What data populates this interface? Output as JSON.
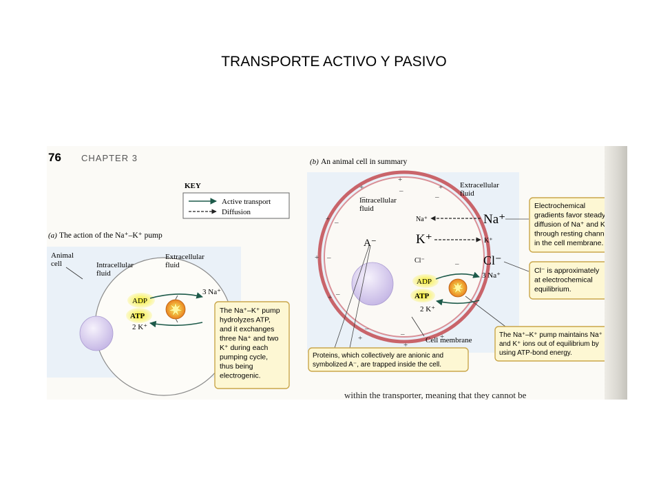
{
  "slide_title": "TRANSPORTE ACTIVO Y PASIVO",
  "page": {
    "number": "76",
    "chapter": "CHAPTER 3"
  },
  "key": {
    "title": "KEY",
    "active": "Active transport",
    "diffusion": "Diffusion"
  },
  "panel_a": {
    "caption_letter": "(a)",
    "caption_text": "The action of the Na⁺–K⁺ pump",
    "animal_cell": [
      "Animal",
      "cell"
    ],
    "intracellular": [
      "Intracellular",
      "fluid"
    ],
    "extracellular": [
      "Extracellular",
      "fluid"
    ],
    "adp": "ADP",
    "atp": "ATP",
    "na_out": "3 Na⁺",
    "k_in": "2 K⁺",
    "callout": [
      "The Na⁺–K⁺ pump",
      "hydrolyzes ATP,",
      "and it exchanges",
      "three Na⁺ and two",
      "K⁺ during each",
      "pumping cycle,",
      "thus being",
      "electrogenic."
    ]
  },
  "panel_b": {
    "caption_letter": "(b)",
    "caption_text": "An animal cell in summary",
    "intracellular": [
      "Intracellular",
      "fluid"
    ],
    "extracellular": [
      "Extracellular",
      "fluid"
    ],
    "na_small": "Na⁺",
    "k_big": "K⁺",
    "cl_small": "Cl⁻",
    "na_big": "Na⁺",
    "k_small": "K⁺",
    "cl_big": "Cl⁻",
    "anion": "A⁻",
    "adp": "ADP",
    "atp": "ATP",
    "na_out": "3 Na⁺",
    "k_in": "2 K⁺",
    "membrane_label": "Cell membrane",
    "callout_gradients": [
      "Electrochemical",
      "gradients favor steady",
      "diffusion of Na⁺ and K⁺",
      "through resting channels",
      "in the cell membrane."
    ],
    "callout_cl": [
      "Cl⁻ is approximately",
      "at electrochemical",
      "equilibrium."
    ],
    "callout_pump": [
      "The Na⁺–K⁺ pump maintains Na⁺",
      "and K⁺ ions out of equilibrium by",
      "using ATP-bond energy."
    ],
    "callout_proteins": [
      "Proteins, which collectively are anionic and",
      "symbolized A⁻, are trapped inside the cell."
    ],
    "charges_outside": "+",
    "charges_inside": "–"
  },
  "page_footer_text": "within the transporter, meaning that they cannot be",
  "colors": {
    "arrow": "#1d5a4a",
    "callout_fill": "#fdf7d3",
    "callout_border": "#c9a64a",
    "atp_glow": "#f4ec3a",
    "nucleus": "#d4c8ec",
    "membrane": "#c9646a"
  }
}
